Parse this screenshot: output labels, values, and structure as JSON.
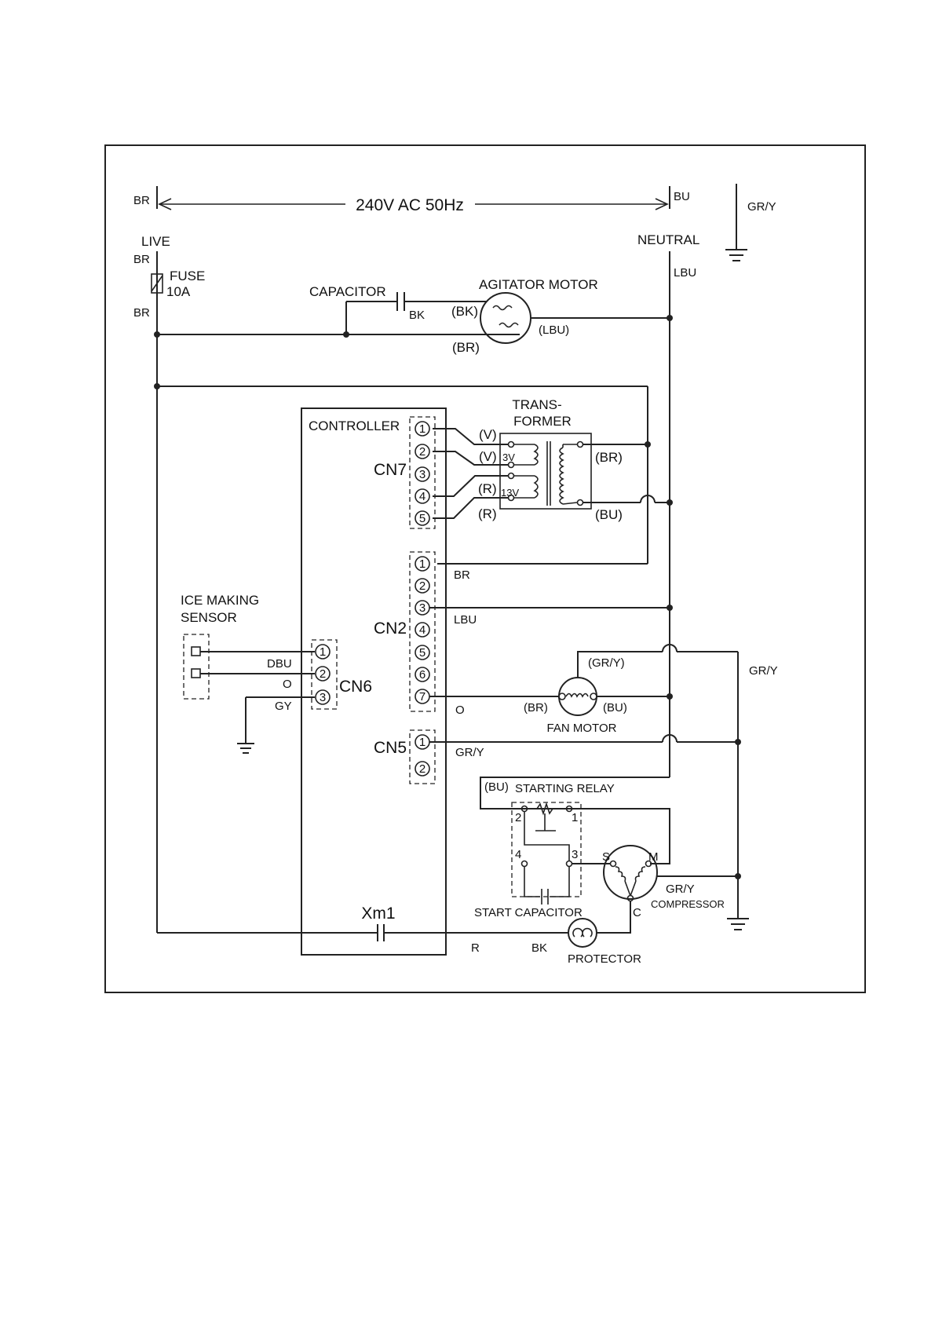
{
  "supply": {
    "voltage": "240V AC 50Hz",
    "live": "LIVE",
    "neutral": "NEUTRAL",
    "br_top": "BR",
    "br_mid": "BR",
    "br_low": "BR",
    "bu": "BU",
    "lbu": "LBU",
    "ground": "GR/Y"
  },
  "fuse": {
    "label": "FUSE",
    "rating": "10A"
  },
  "agitator": {
    "capacitor": "CAPACITOR",
    "cap_wire": "BK",
    "motor": "AGITATOR MOTOR",
    "bk": "(BK)",
    "br": "(BR)",
    "lbu": "(LBU)"
  },
  "transformer": {
    "title_1": "TRANS-",
    "title_2": "FORMER",
    "v1": "(V)",
    "v2": "(V)",
    "r1": "(R)",
    "r2": "(R)",
    "v3": "3V",
    "v13": "13V",
    "br": "(BR)",
    "bu": "(BU)"
  },
  "controller": {
    "label": "CONTROLLER"
  },
  "connectors": {
    "cn7": "CN7",
    "cn2": "CN2",
    "cn5": "CN5",
    "cn6": "CN6",
    "cn7_pins": [
      "1",
      "2",
      "3",
      "4",
      "5"
    ],
    "cn2_pins": [
      "1",
      "2",
      "3",
      "4",
      "5",
      "6",
      "7"
    ],
    "cn5_pins": [
      "1",
      "2"
    ],
    "cn6_pins": [
      "1",
      "2",
      "3"
    ]
  },
  "cn2_wires": {
    "br": "BR",
    "lbu": "LBU",
    "o": "O"
  },
  "cn5_wire": "GR/Y",
  "sensor": {
    "label_1": "ICE MAKING",
    "label_2": "SENSOR",
    "dbu": "DBU",
    "o": "O",
    "gy": "GY"
  },
  "fan": {
    "label": "FAN MOTOR",
    "gry": "(GR/Y)",
    "br": "(BR)",
    "bu": "(BU)"
  },
  "right_ground": "GR/Y",
  "relay": {
    "label": "STARTING RELAY",
    "bu": "(BU)",
    "pin_2": "2",
    "pin_1": "1",
    "pin_4": "4",
    "pin_3": "3",
    "start_cap": "START CAPACITOR"
  },
  "compressor": {
    "label": "COMPRESSOR",
    "s": "S",
    "m": "M",
    "c": "C",
    "gry": "GR/Y"
  },
  "xm1": "Xm1",
  "protector": {
    "label": "PROTECTOR",
    "r": "R",
    "bk": "BK"
  }
}
